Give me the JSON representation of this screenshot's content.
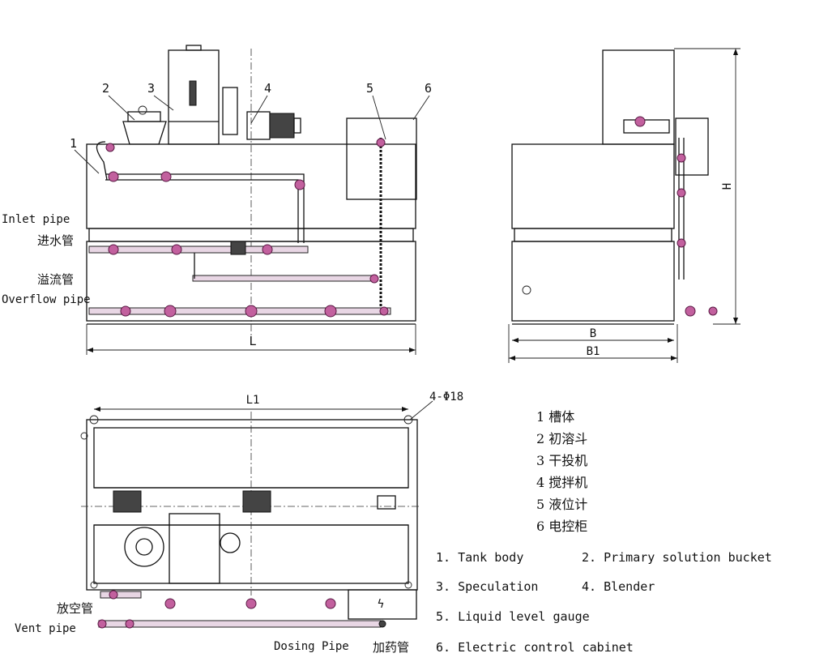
{
  "callouts": [
    "1",
    "2",
    "3",
    "4",
    "5",
    "6"
  ],
  "labels": {
    "inlet_en": "Inlet pipe",
    "inlet_cn": "进水管",
    "overflow_cn": "溢流管",
    "overflow_en": "Overflow pipe",
    "vent_cn": "放空管",
    "vent_en": "Vent pipe",
    "dosing_en": "Dosing Pipe",
    "dosing_cn": "加药管",
    "holes": "4-Φ18"
  },
  "dimensions": {
    "L": "L",
    "L1": "L1",
    "B": "B",
    "B1": "B1",
    "H": "H"
  },
  "legend_cn": [
    "1 槽体",
    "2 初溶斗",
    "3 干投机",
    "4 搅拌机",
    "5 液位计",
    "6 电控柜"
  ],
  "legend_en": [
    [
      "1. Tank body",
      "2. Primary solution bucket"
    ],
    [
      "3. Speculation",
      "4. Blender"
    ],
    [
      "5. Liquid level gauge"
    ],
    [
      "6. Electric control cabinet"
    ]
  ],
  "colors": {
    "line": "#111111",
    "pipe_fitting": "#c2609e",
    "pipe_fill": "#e8d6e4",
    "background": "#ffffff"
  }
}
